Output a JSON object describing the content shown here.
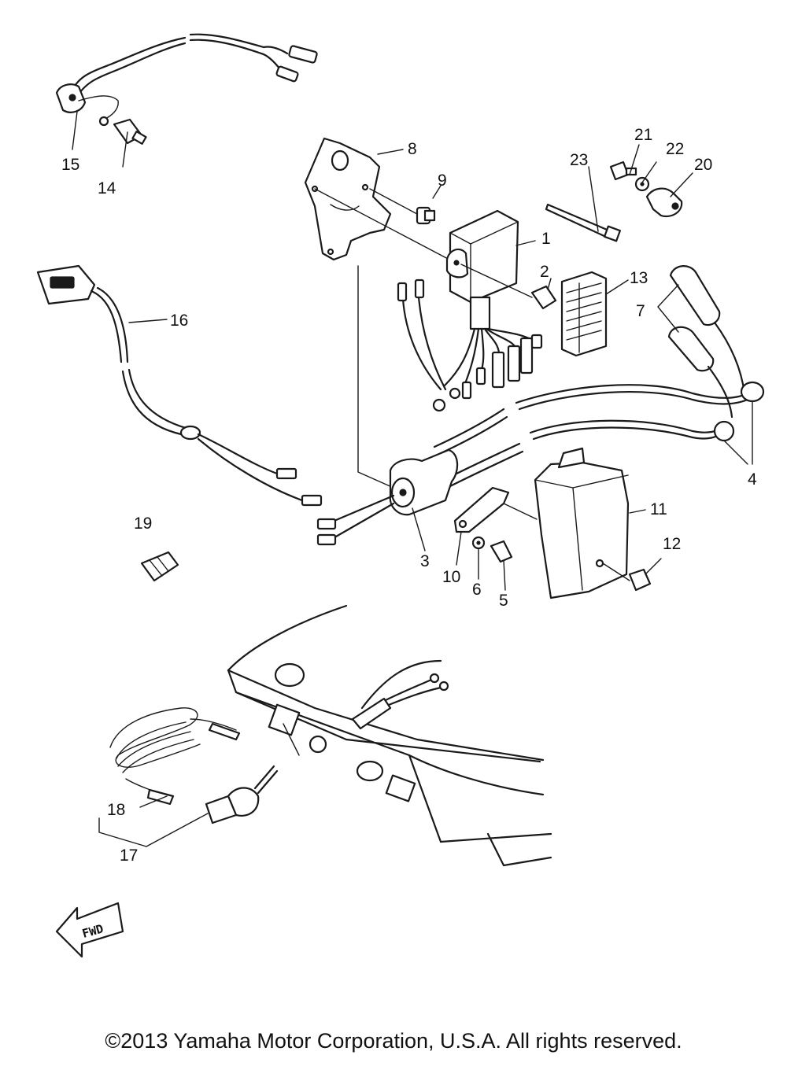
{
  "callouts": [
    "1",
    "2",
    "3",
    "4",
    "5",
    "6",
    "7",
    "8",
    "9",
    "10",
    "11",
    "12",
    "13",
    "14",
    "15",
    "16",
    "17",
    "18",
    "19",
    "20",
    "21",
    "22",
    "23"
  ],
  "fwd_label": "FWD",
  "copyright": "©2013 Yamaha Motor Corporation, U.S.A. All rights reserved.",
  "colors": {
    "line": "#1a1a1a",
    "background": "#ffffff"
  }
}
